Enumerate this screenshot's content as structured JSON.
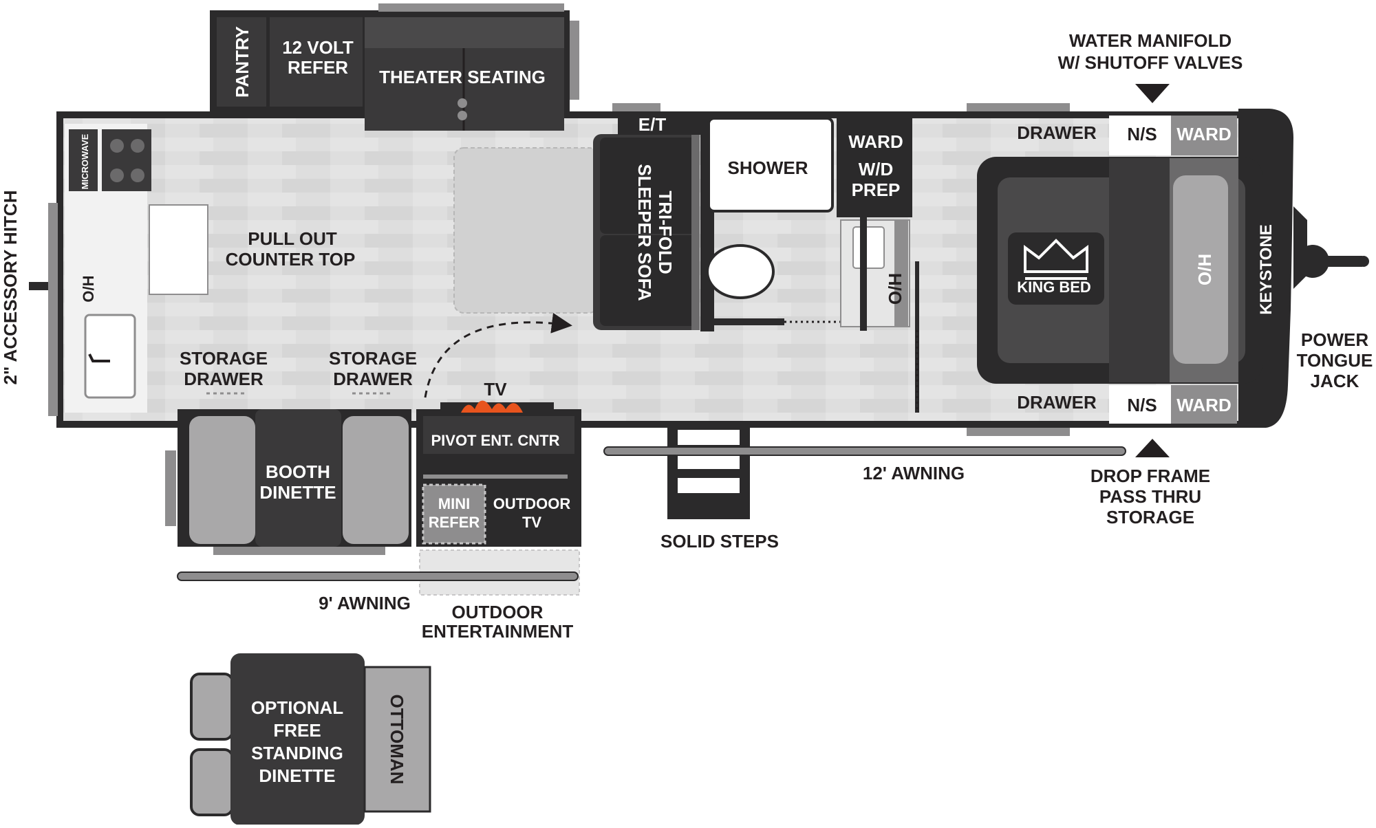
{
  "brand": "KEYSTONE",
  "labels": {
    "accessory_hitch": "2\" ACCESSORY HITCH",
    "microwave": "MICROWAVE",
    "oh_left": "O/H",
    "pantry": "PANTRY",
    "refer_12v_line1": "12 VOLT",
    "refer_12v_line2": "REFER",
    "theater_seating": "THEATER SEATING",
    "pull_out_line1": "PULL OUT",
    "pull_out_line2": "COUNTER TOP",
    "storage_drawer_1_line1": "STORAGE",
    "storage_drawer_1_line2": "DRAWER",
    "storage_drawer_2_line1": "STORAGE",
    "storage_drawer_2_line2": "DRAWER",
    "booth_line1": "BOOTH",
    "booth_line2": "DINETTE",
    "tv": "TV",
    "pivot_ent": "PIVOT ENT. CNTR",
    "mini_refer_line1": "MINI",
    "mini_refer_line2": "REFER",
    "outdoor_tv_line1": "OUTDOOR",
    "outdoor_tv_line2": "TV",
    "nine_awning": "9' AWNING",
    "outdoor_ent_line1": "OUTDOOR",
    "outdoor_ent_line2": "ENTERTAINMENT",
    "et": "E/T",
    "sofa_line1": "TRI-FOLD",
    "sofa_line2": "SLEEPER SOFA",
    "shower": "SHOWER",
    "ward_wd_line1": "WARD",
    "ward_wd_line2": "W/D",
    "ward_wd_line3": "PREP",
    "oh_bath": "O/H",
    "solid_steps": "SOLID STEPS",
    "twelve_awning": "12' AWNING",
    "drawer_top": "DRAWER",
    "drawer_bottom": "DRAWER",
    "ns_top": "N/S",
    "ns_bottom": "N/S",
    "ward_top": "WARD",
    "ward_bottom": "WARD",
    "king_bed": "KING BED",
    "oh_right": "O/H",
    "water_manifold_line1": "WATER MANIFOLD",
    "water_manifold_line2": "W/ SHUTOFF VALVES",
    "drop_frame_line1": "DROP FRAME",
    "drop_frame_line2": "PASS THRU",
    "drop_frame_line3": "STORAGE",
    "power_jack_line1": "POWER",
    "power_jack_line2": "TONGUE",
    "power_jack_line3": "JACK",
    "optional_line1": "OPTIONAL",
    "optional_line2": "FREE",
    "optional_line3": "STANDING",
    "optional_line4": "DINETTE",
    "ottoman": "OTTOMAN"
  },
  "colors": {
    "wall": "#2b2a2b",
    "floor": "#dcdcdc",
    "dark_furniture": "#3a393a",
    "mid_gray": "#8e8d8e",
    "light_gray": "#c7c6c7",
    "fire": "#e8541e"
  }
}
